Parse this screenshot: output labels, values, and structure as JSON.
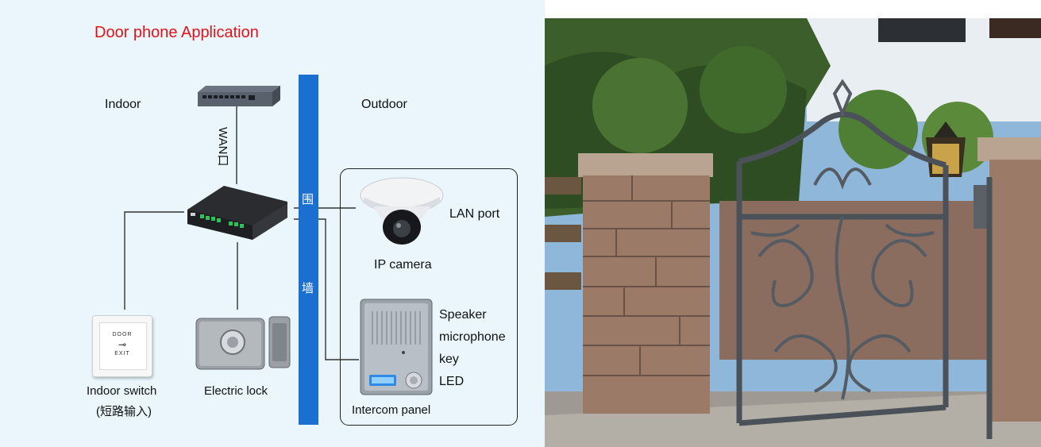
{
  "diagram": {
    "title": "Door phone Application",
    "zones": {
      "indoor": "Indoor",
      "outdoor": "Outdoor"
    },
    "wall_chars": [
      "围",
      "墙"
    ],
    "wan_label": "WAN口",
    "lan_label": "LAN port",
    "devices": {
      "ip_camera": "IP camera",
      "intercom_panel": "Intercom panel",
      "indoor_switch": "Indoor switch",
      "indoor_switch_note": "(短路输入)",
      "electric_lock": "Electric lock"
    },
    "panel_features": [
      "Speaker",
      "microphone",
      "key",
      "LED"
    ],
    "exit_button_text": [
      "DOOR",
      "EXIT"
    ]
  },
  "colors": {
    "title": "#e0131b",
    "wall": "#1a6fd0",
    "background": "#eaf6fb"
  }
}
